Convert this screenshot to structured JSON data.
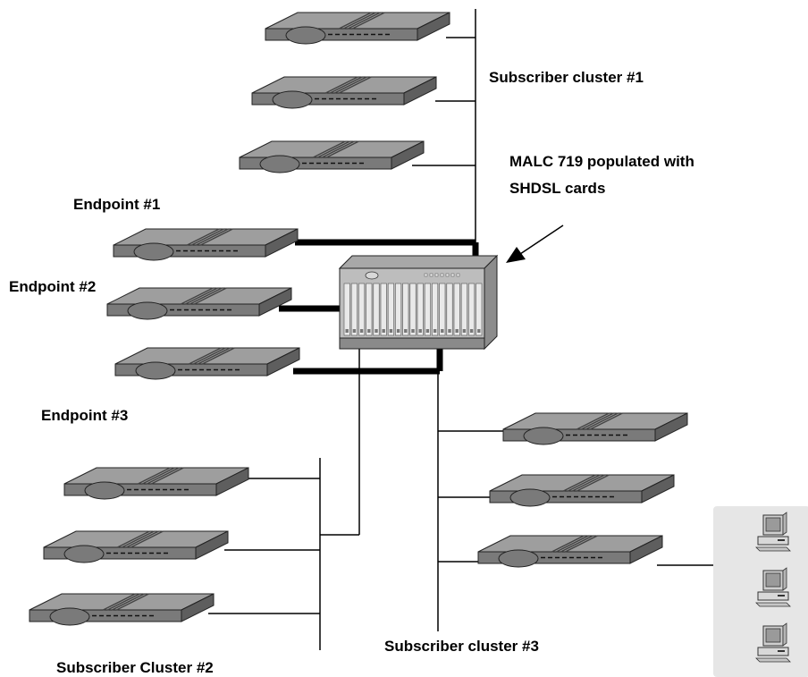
{
  "labels": {
    "subscriber_cluster_1": "Subscriber cluster #1",
    "malc_line1": "MALC 719 populated with",
    "malc_line2": "SHDSL cards",
    "endpoint_1": "Endpoint #1",
    "endpoint_2": "Endpoint #2",
    "endpoint_3": "Endpoint #3",
    "subscriber_cluster_3": "Subscriber cluster #3",
    "subscriber_cluster_2": "Subscriber Cluster #2"
  },
  "colors": {
    "modem_top": "#9e9e9e",
    "modem_front": "#7a7a7a",
    "modem_side": "#5e5e5e",
    "chassis_face": "#bdbdbd",
    "chassis_top": "#a8a8a8",
    "chassis_side": "#8c8c8c",
    "pc_panel": "#e6e6e6",
    "line": "#000000"
  },
  "icons": {
    "modem": "shdsl-modem-icon",
    "chassis": "malc-chassis-icon",
    "computer": "computer-icon"
  }
}
